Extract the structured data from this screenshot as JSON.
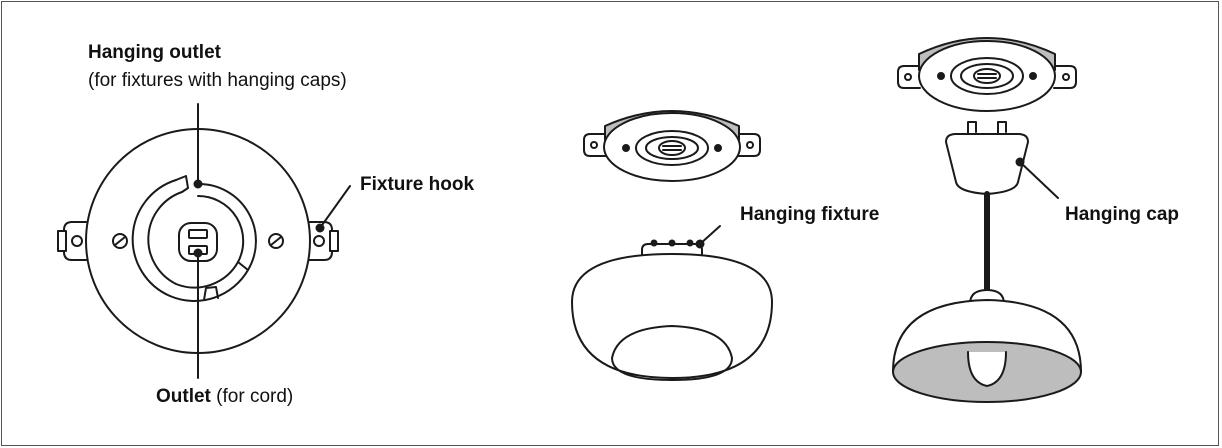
{
  "labels": {
    "hanging_outlet": "Hanging outlet",
    "hanging_outlet_note": "(for fixtures with hanging caps)",
    "fixture_hook": "Fixture hook",
    "outlet_bold": "Outlet",
    "outlet_note": " (for cord)",
    "hanging_fixture": "Hanging fixture",
    "hanging_cap": "Hanging cap"
  },
  "colors": {
    "line": "#1a1a1a",
    "gray_fill": "#bdbdbd",
    "frame": "#555555"
  }
}
